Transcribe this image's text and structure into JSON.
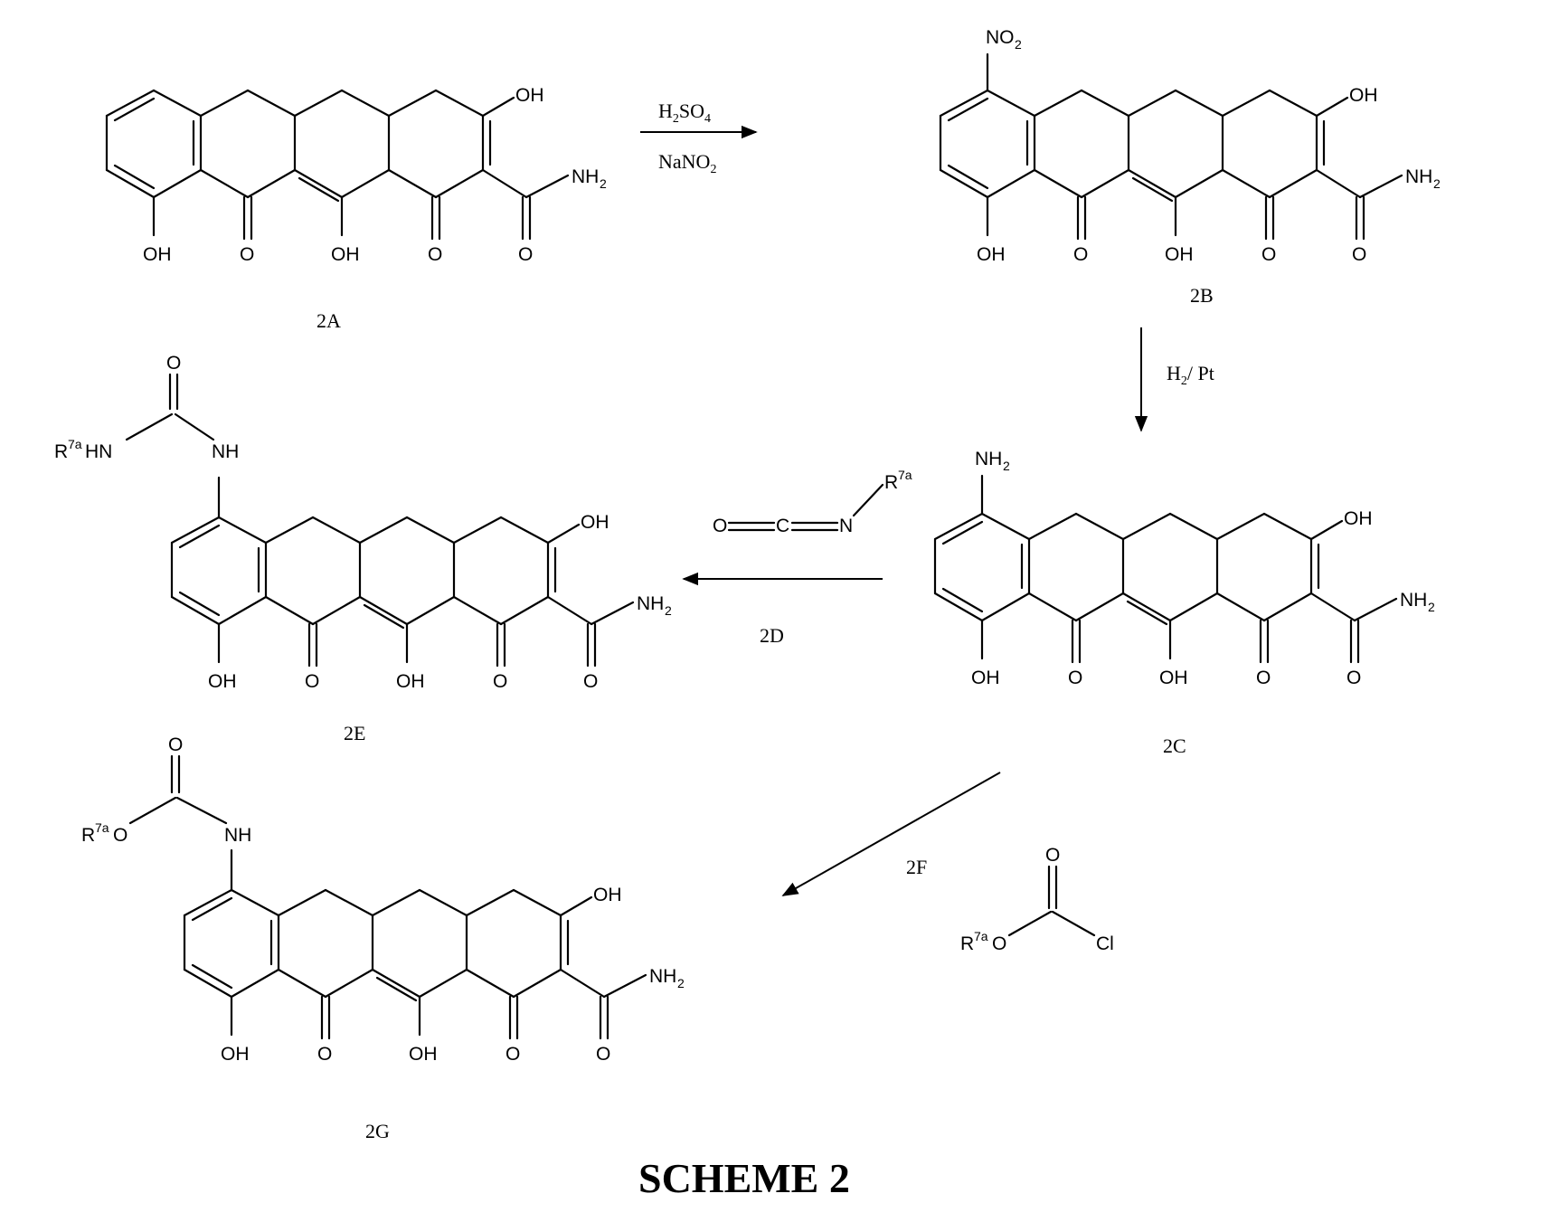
{
  "labels": {
    "c2A": "2A",
    "c2B": "2B",
    "c2C": "2C",
    "c2E": "2E",
    "c2G": "2G",
    "r2D": "2D",
    "r2F": "2F"
  },
  "atoms": {
    "OH": "OH",
    "O": "O",
    "NH": "NH",
    "N": "N",
    "C": "C",
    "Cl": "Cl",
    "H": "H",
    "NO": "NO",
    "2": "2",
    "HN": "HN",
    "R": "R",
    "sup7a": "7a"
  },
  "reagents": {
    "step1_line1": "H2SO4",
    "step1_line2": "NaNO2",
    "step2": "H2/ Pt"
  },
  "title": "SCHEME 2"
}
